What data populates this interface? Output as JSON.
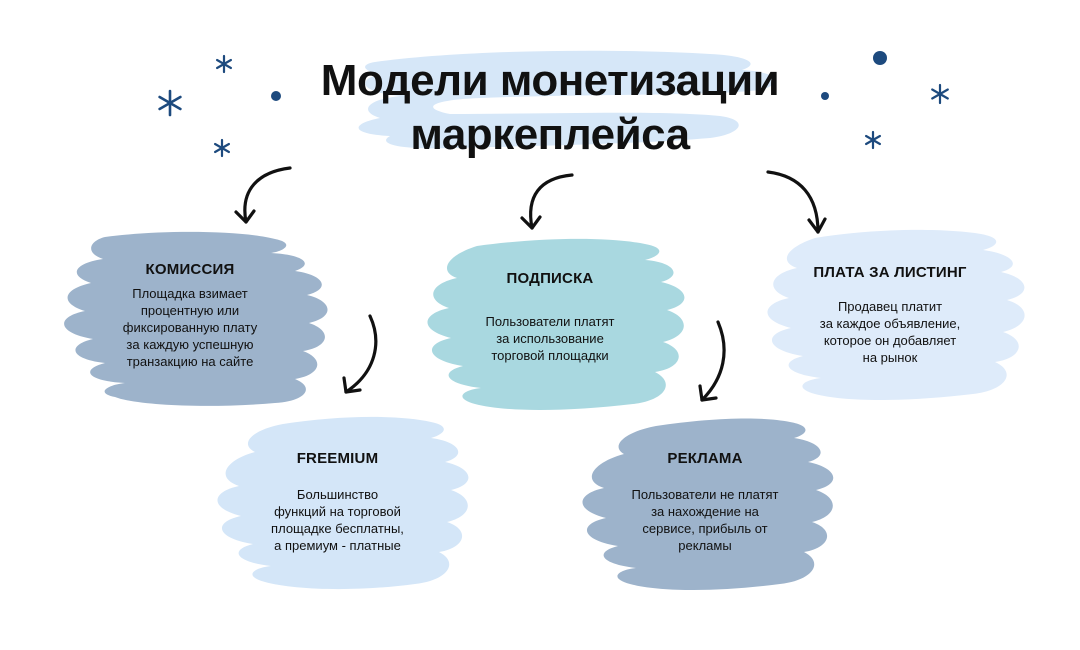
{
  "title_lines": [
    "Модели монетизации",
    "маркеплейса"
  ],
  "colors": {
    "title_brush": "#d6e7f8",
    "commission": "#9db3cb",
    "subscription": "#a9d8e0",
    "listing": "#deebfa",
    "freemium": "#d4e6f8",
    "ads": "#9db3cb",
    "star": "#1d4a7e",
    "arrow": "#111111"
  },
  "cards": {
    "commission": {
      "title": "КОМИССИЯ",
      "text": "Площадка взимает\nпроцентную или\nфиксированную плату\nза каждую успешную\nтранзакцию на сайте"
    },
    "subscription": {
      "title": "ПОДПИСКА",
      "text": "Пользователи платят\nза использование\nторговой площадки"
    },
    "listing": {
      "title": "ПЛАТА ЗА ЛИСТИНГ",
      "text": "Продавец платит\nза каждое объявление,\nкоторое он добавляет\nна рынок"
    },
    "freemium": {
      "title": "FREEMIUM",
      "text": "Большинство\nфункций на торговой\nплощадке бесплатны,\nа премиум - платные"
    },
    "ads": {
      "title": "РЕКЛАМА",
      "text": "Пользователи не платят\nза нахождение на\nсервисе, прибыль от\nрекламы"
    }
  }
}
